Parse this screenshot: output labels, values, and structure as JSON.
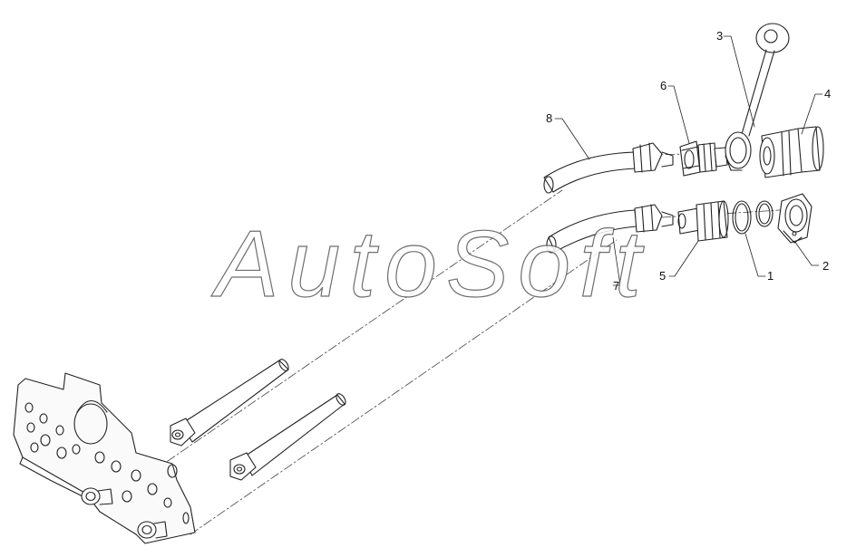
{
  "diagram": {
    "watermark": "AutoSoft",
    "callouts": [
      {
        "id": "c1",
        "label": "1"
      },
      {
        "id": "c2",
        "label": "2"
      },
      {
        "id": "c3",
        "label": "3"
      },
      {
        "id": "c4",
        "label": "4"
      },
      {
        "id": "c5",
        "label": "5"
      },
      {
        "id": "c6",
        "label": "6"
      },
      {
        "id": "c7",
        "label": "7"
      },
      {
        "id": "c8",
        "label": "8"
      }
    ]
  }
}
